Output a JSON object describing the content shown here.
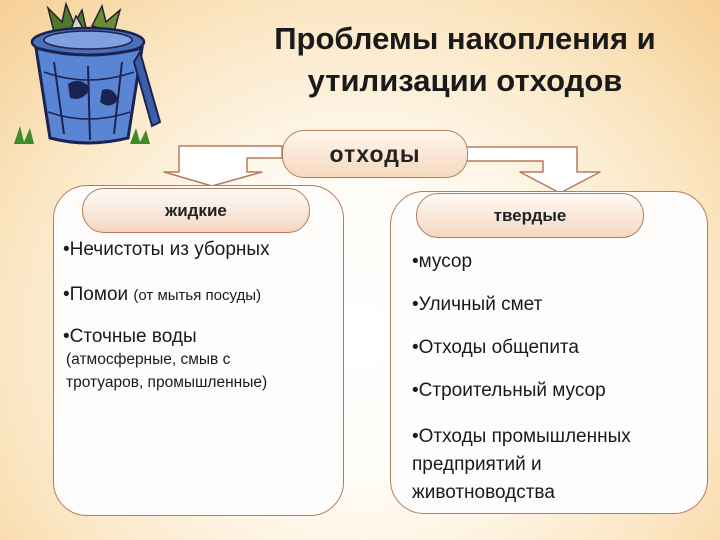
{
  "title": {
    "line1": "Проблемы накопления и",
    "line2": "утилизации отходов"
  },
  "diagram": {
    "root": "отходы",
    "left": {
      "header": "жидкие",
      "items": [
        {
          "main": "•Нечистоты из уборных"
        },
        {
          "main": "•Помои ",
          "note": "(от мытья посуды)"
        },
        {
          "main": "•Сточные воды",
          "sub1": "(атмосферные, смыв с",
          "sub2": "тротуаров, промышленные)"
        }
      ]
    },
    "right": {
      "header": "твердые",
      "items": [
        {
          "main": "•мусор"
        },
        {
          "main": "•Уличный смет"
        },
        {
          "main": "•Отходы общепита"
        },
        {
          "main": "•Строительный мусор"
        },
        {
          "main": "•Отходы промышленных",
          "line2": "предприятий и",
          "line3": "животноводства"
        }
      ]
    }
  },
  "icons": {
    "clipart": "trash-can-icon"
  },
  "colors": {
    "border": "#b87a5a",
    "background_edge": "#f6cf94",
    "background_center": "#ffffff"
  }
}
